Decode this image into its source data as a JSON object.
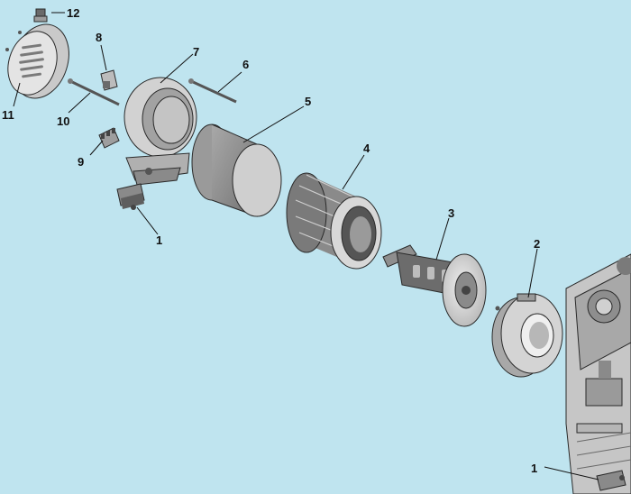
{
  "callouts": {
    "c1a": "1",
    "c1b": "1",
    "c2": "2",
    "c3": "3",
    "c4": "4",
    "c5": "5",
    "c6": "6",
    "c7": "7",
    "c8": "8",
    "c9": "9",
    "c10": "10",
    "c11": "11",
    "c12": "12"
  },
  "colors": {
    "background": "#bfe4ef",
    "part_light": "#d8d8d8",
    "part_mid": "#a9a9a9",
    "part_dark": "#5e5e5e"
  }
}
